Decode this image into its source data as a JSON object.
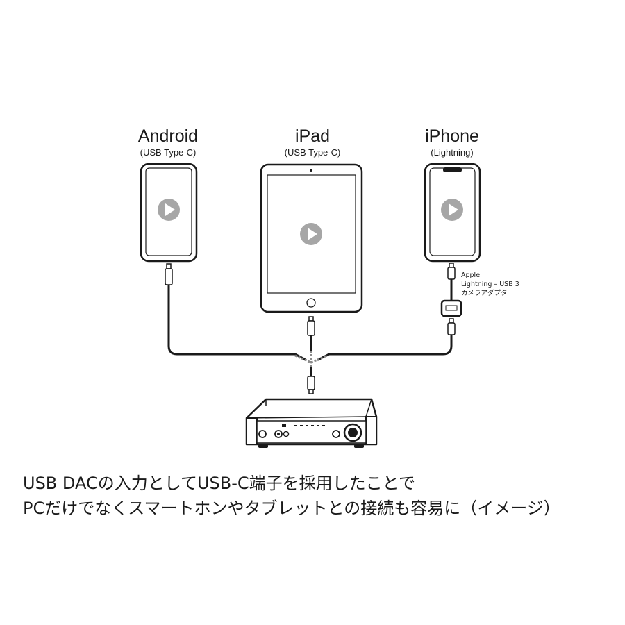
{
  "devices": {
    "android": {
      "name": "Android",
      "port": "(USB Type-C)"
    },
    "ipad": {
      "name": "iPad",
      "port": "(USB Type-C)"
    },
    "iphone": {
      "name": "iPhone",
      "port": "(Lightning)"
    }
  },
  "adapter": {
    "line1": "Apple",
    "line2": "Lightning – USB 3",
    "line3": "カメラアダプタ"
  },
  "caption": {
    "line1": "USB DACの入力としてUSB-C端子を採用したことで",
    "line2": "PCだけでなくスマートホンやタブレットとの接続も容易に（イメージ）"
  },
  "colors": {
    "stroke": "#1a1a1a",
    "play": "#a6a6a6"
  }
}
